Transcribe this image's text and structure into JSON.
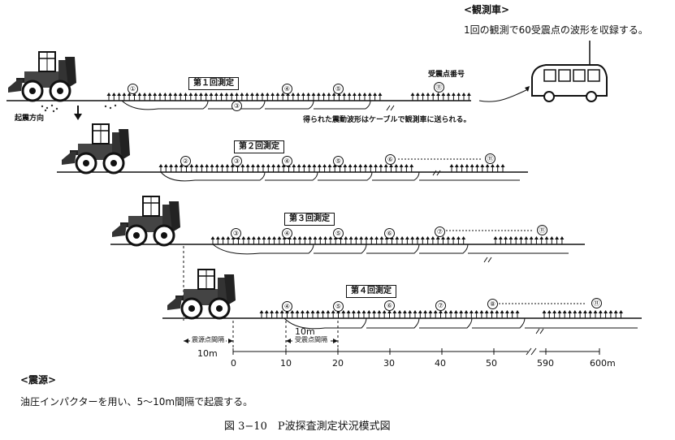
{
  "observation": {
    "heading": "<観測車>",
    "description": "1回の観測で60受震点の波形を収録する。"
  },
  "source": {
    "heading": "<震源>",
    "description": "油圧インパクターを用い、5〜10m間隔で起震する。"
  },
  "caption": "図 3−10　P波探査測定状況模式図",
  "annotations": {
    "shot_direction": "起震方向",
    "receiver_number": "受震点番号",
    "cable_note": "得られた震動波形はケーブルで観測車に送られる。",
    "shot_interval_label": "震源点間隔",
    "receiver_interval_label": "受震点間隔",
    "shot_interval_value": "10m",
    "receiver_interval_value": "10m"
  },
  "measurements": [
    {
      "label": "第１回測定",
      "markers": [
        "①",
        "③",
        "④",
        "⑤",
        "⑪"
      ]
    },
    {
      "label": "第２回測定",
      "markers": [
        "②",
        "③",
        "④",
        "⑤",
        "⑥",
        "⑪"
      ]
    },
    {
      "label": "第３回測定",
      "markers": [
        "③",
        "④",
        "⑤",
        "⑥",
        "⑦",
        "⑪"
      ]
    },
    {
      "label": "第４回測定",
      "markers": [
        "④",
        "⑤",
        "⑥",
        "⑦",
        "⑧",
        "⑪"
      ]
    }
  ],
  "scale": {
    "ticks": [
      "0",
      "10",
      "20",
      "30",
      "40",
      "50",
      "590",
      "600m"
    ]
  }
}
